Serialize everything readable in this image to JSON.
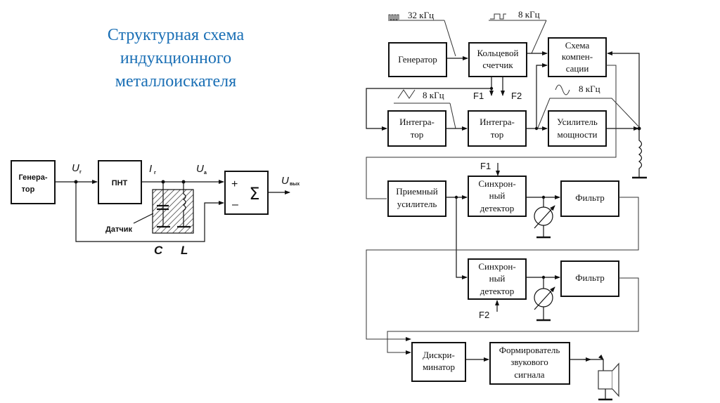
{
  "title": {
    "line1": "Структурная схема",
    "line2": "индукционного",
    "line3": "металлоискателя",
    "color": "#1a6fb5"
  },
  "left_diagram": {
    "generator": [
      "Генера-",
      "тор"
    ],
    "pnt": "ПНТ",
    "u_g": "U",
    "u_g_sub": "г",
    "i_g": "I",
    "i_g_sub": "г",
    "u_a": "U",
    "u_a_sub": "a",
    "u_out": "U",
    "u_out_sub": "вых",
    "plus": "+",
    "minus": "–",
    "sigma": "Σ",
    "sensor": "Датчик",
    "c_label": "C",
    "l_label": "L"
  },
  "right_diagram": {
    "freq_32": "32 кГц",
    "freq_8_square": "8 кГц",
    "freq_8_triangle": "8 кГц",
    "freq_8_sine": "8 кГц",
    "generator": "Генератор",
    "ring_counter": [
      "Кольцевой",
      "счетчик"
    ],
    "compensation": [
      "Схема",
      "компен-",
      "сации"
    ],
    "f1": "F1",
    "f2": "F2",
    "integrator1": [
      "Интегра-",
      "тор"
    ],
    "integrator2": [
      "Интегра-",
      "тор"
    ],
    "power_amp": [
      "Усилитель",
      "мощности"
    ],
    "receiver_amp": [
      "Приемный",
      "усилитель"
    ],
    "sync_det1": [
      "Синхрон-",
      "ный",
      "детектор"
    ],
    "sync_det2": [
      "Синхрон-",
      "ный",
      "детектор"
    ],
    "sync_f1": "F1",
    "sync_f2": "F2",
    "filter1": "Фильтр",
    "filter2": "Фильтр",
    "discriminator": [
      "Дискри-",
      "минатор"
    ],
    "sound_shaper": [
      "Формирователь",
      "звукового",
      "сигнала"
    ]
  }
}
